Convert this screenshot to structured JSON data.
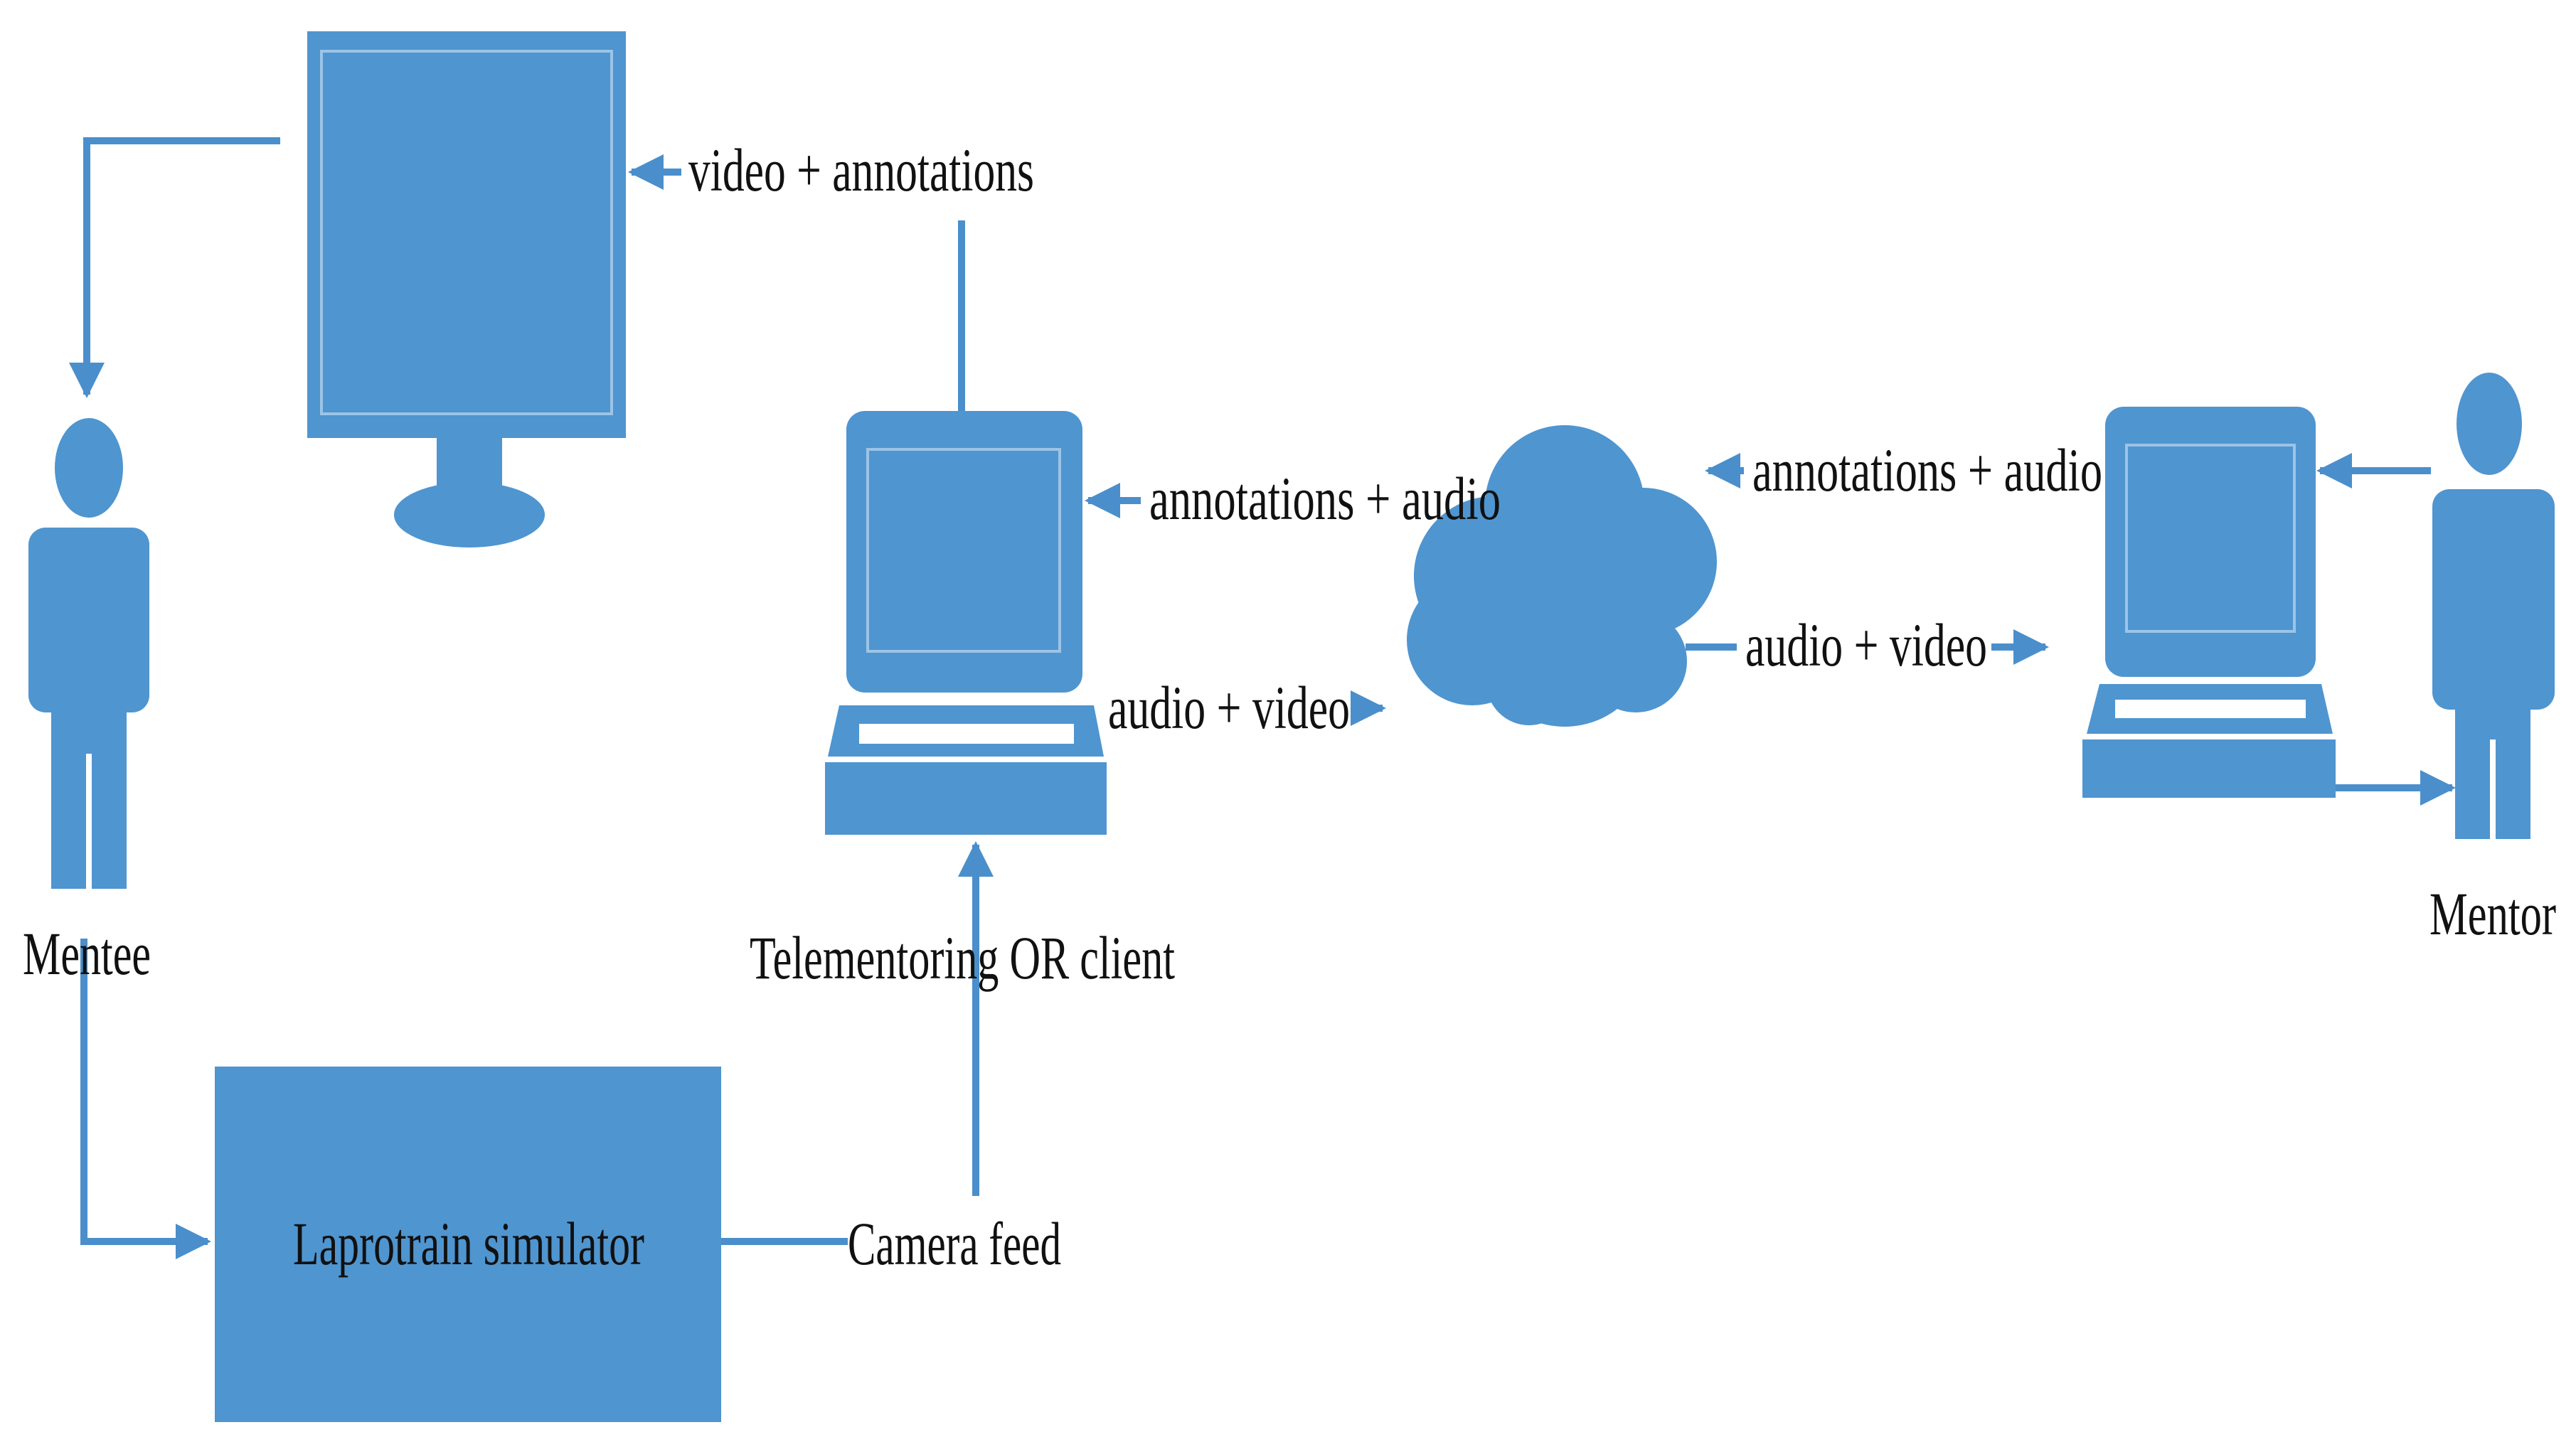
{
  "colors": {
    "primary": "#4f95d0",
    "line": "#4a8fcb",
    "text": "#111111"
  },
  "icons": {
    "monitor": "monitor-icon",
    "laptop_or": "laptop-icon",
    "laptop_mentor": "laptop-icon",
    "cloud": "cloud-icon",
    "mentee": "person-icon",
    "mentor": "person-icon"
  },
  "labels": {
    "video_annotations": "video +  annotations",
    "annotations_audio_left": "annotations + audio",
    "audio_video_left": "audio + video",
    "annotations_audio_right": "annotations +  audio",
    "audio_video_right": "audio + video",
    "mentee": "Mentee",
    "mentor": "Mentor",
    "or_client": "Telementoring OR client",
    "simulator": "Laprotrain simulator",
    "camera_feed": "Camera feed"
  }
}
